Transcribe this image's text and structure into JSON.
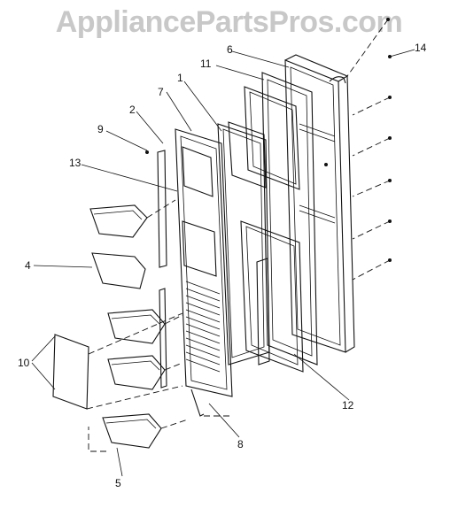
{
  "watermark": "AppliancePartsPros.com",
  "callouts": [
    "1",
    "2",
    "4",
    "5",
    "6",
    "7",
    "8",
    "9",
    "10",
    "11",
    "12",
    "13",
    "14"
  ]
}
